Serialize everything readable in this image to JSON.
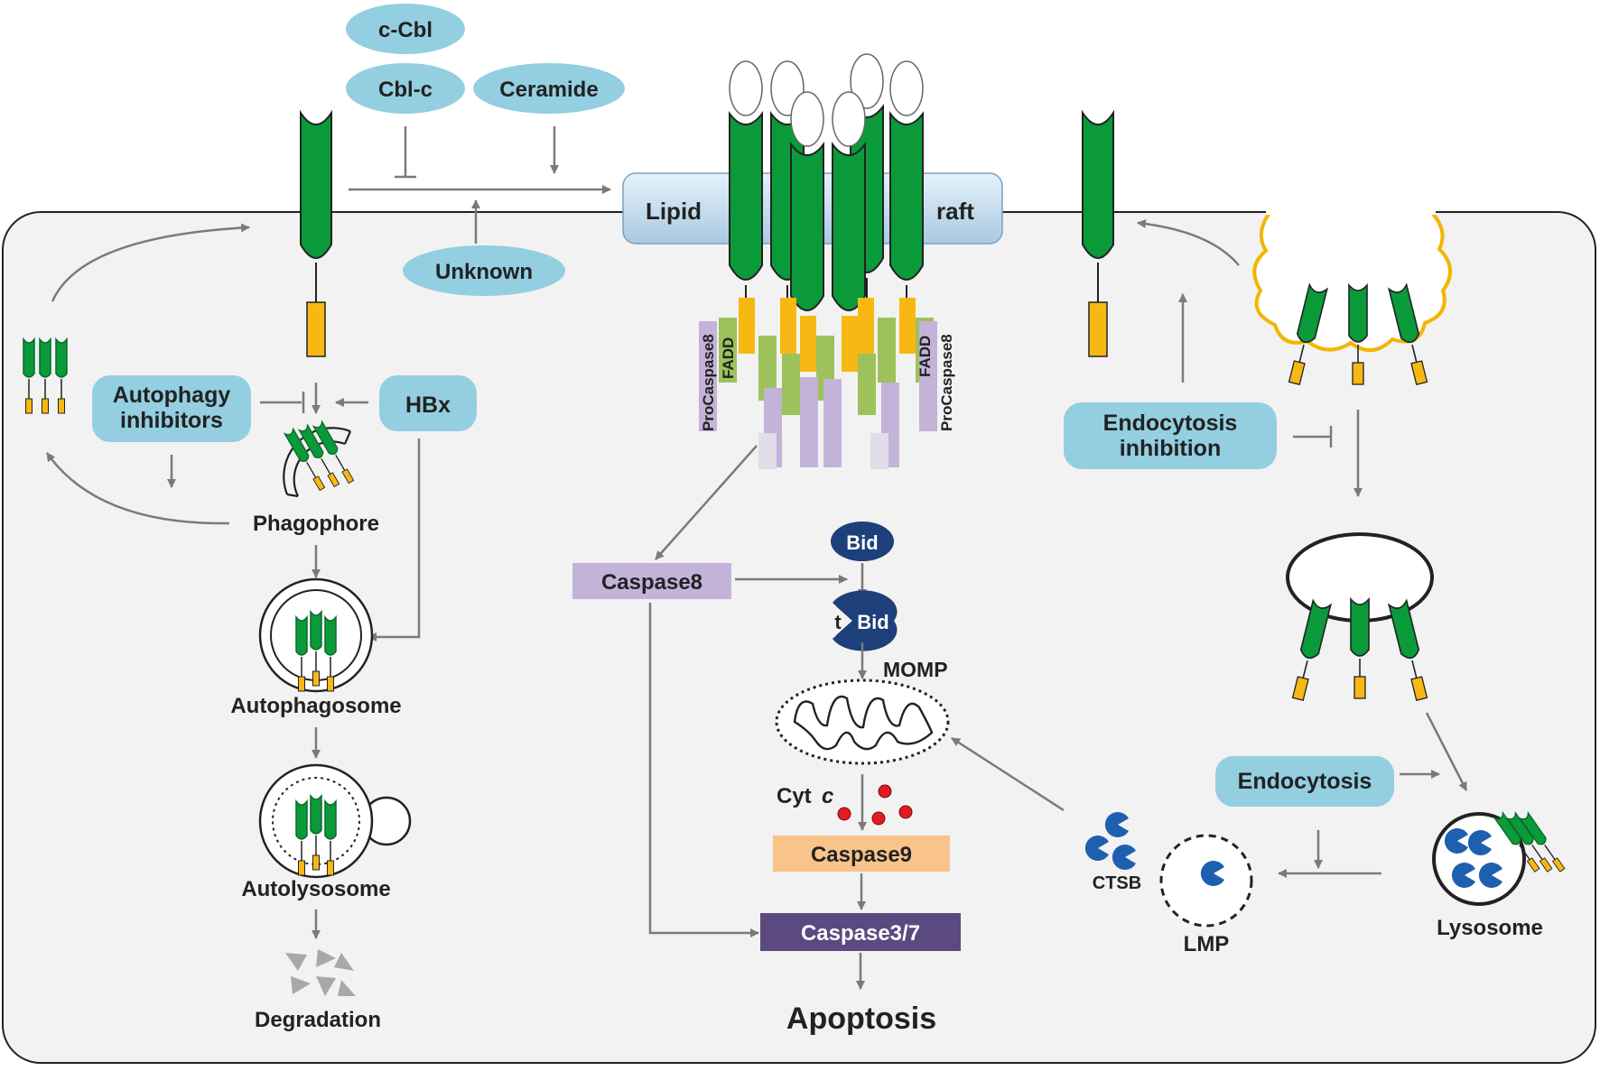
{
  "labels": {
    "c_cbl": "c-Cbl",
    "cbl_c": "Cbl-c",
    "ceramide": "Ceramide",
    "unknown": "Unknown",
    "lipid": "Lipid",
    "raft": "raft",
    "autophagy_inhibitors_1": "Autophagy",
    "autophagy_inhibitors_2": "inhibitors",
    "hbx": "HBx",
    "phagophore": "Phagophore",
    "autophagosome": "Autophagosome",
    "autolysosome": "Autolysosome",
    "degradation": "Degradation",
    "procaspase8": "ProCaspase8",
    "fadd": "FADD",
    "caspase8": "Caspase8",
    "bid": "Bid",
    "tbid_t": "t",
    "tbid_bid": "Bid",
    "momp": "MOMP",
    "cyt": "Cyt",
    "cyt_c": "c",
    "caspase9": "Caspase9",
    "caspase37": "Caspase3/7",
    "apoptosis": "Apoptosis",
    "endocytosis_inhibition_1": "Endocytosis",
    "endocytosis_inhibition_2": "inhibition",
    "endocytosis": "Endocytosis",
    "ctsb": "CTSB",
    "lmp": "LMP",
    "lysosome": "Lysosome"
  },
  "colors": {
    "receptor_green": "#0a9a3a",
    "receptor_dark": "#0b6b28",
    "death_domain_orange": "#f7b814",
    "regulator_blue": "#93cfe0",
    "caspase8_purple": "#c3b3d8",
    "caspase9_peach": "#f9c38b",
    "caspase37_dark": "#5a4a80",
    "bid_navy": "#1d3f7a",
    "cytc_red": "#e01b22",
    "ctsb_blue": "#1f5fb0",
    "fadd_green": "#9dc25b",
    "cell_bg": "#f2f2f2",
    "arrow_gray": "#7a7a7a"
  }
}
